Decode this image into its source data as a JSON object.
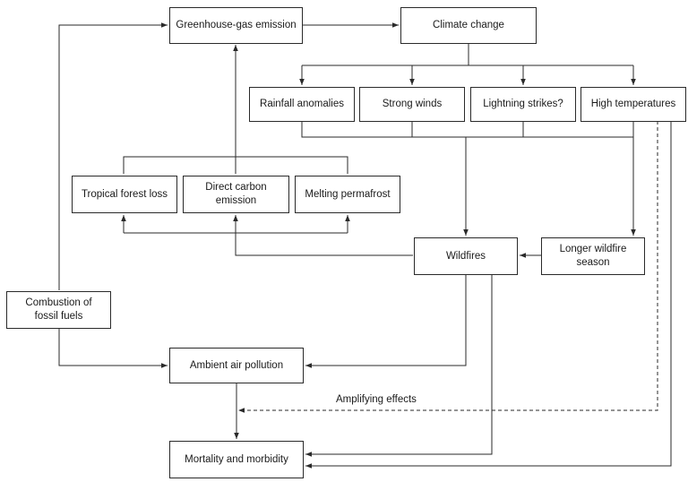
{
  "nodes": {
    "greenhouse": "Greenhouse-gas emission",
    "climate": "Climate change",
    "rainfall": "Rainfall anomalies",
    "winds": "Strong winds",
    "lightning": "Lightning strikes?",
    "hightemp": "High temperatures",
    "tropical": "Tropical forest loss",
    "direct_carbon": "Direct carbon\nemission",
    "permafrost": "Melting permafrost",
    "wildfires": "Wildfires",
    "longer_season": "Longer wildfire season",
    "combustion": "Combustion of\nfossil fuels",
    "air_pollution": "Ambient air pollution",
    "mortality": "Mortality and morbidity"
  },
  "edge_labels": {
    "amplifying": "Amplifying effects"
  },
  "colors": {
    "line": "#2a2a2a",
    "text": "#1a1a1a"
  }
}
